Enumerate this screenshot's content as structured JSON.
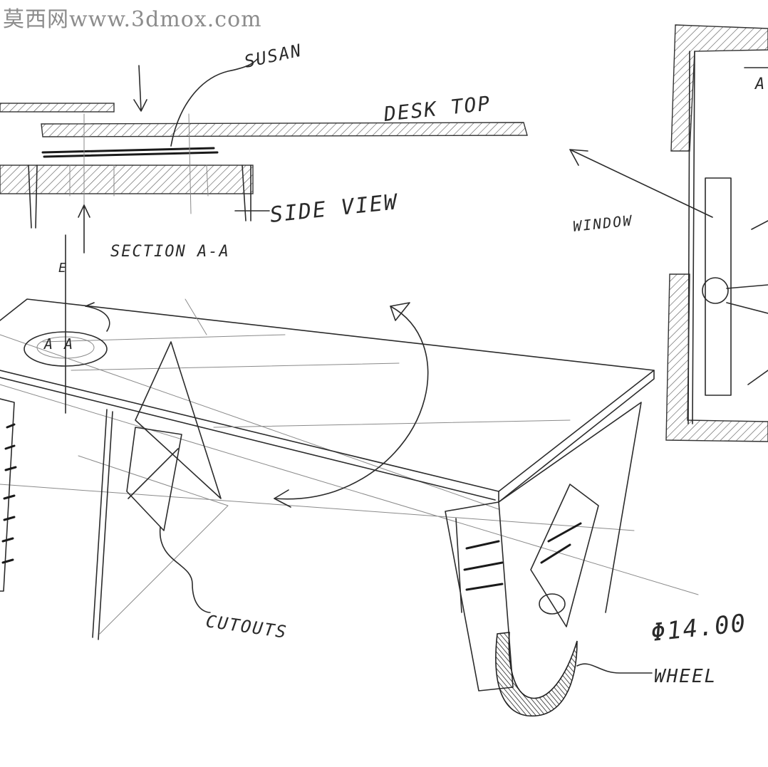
{
  "watermark": "莫西网www.3dmox.com",
  "labels": {
    "susan": "SUSAN",
    "desk_top": "DESK TOP",
    "side_view": "SIDE VIEW",
    "section": "SECTION A-A",
    "window": "WINDOW",
    "cutouts": "CUTOUTS",
    "diameter": "Φ14.00",
    "wheel": "WHEEL",
    "lazy_susan_mark": "A A",
    "axis_mark": "E",
    "corner_mark": "A"
  }
}
